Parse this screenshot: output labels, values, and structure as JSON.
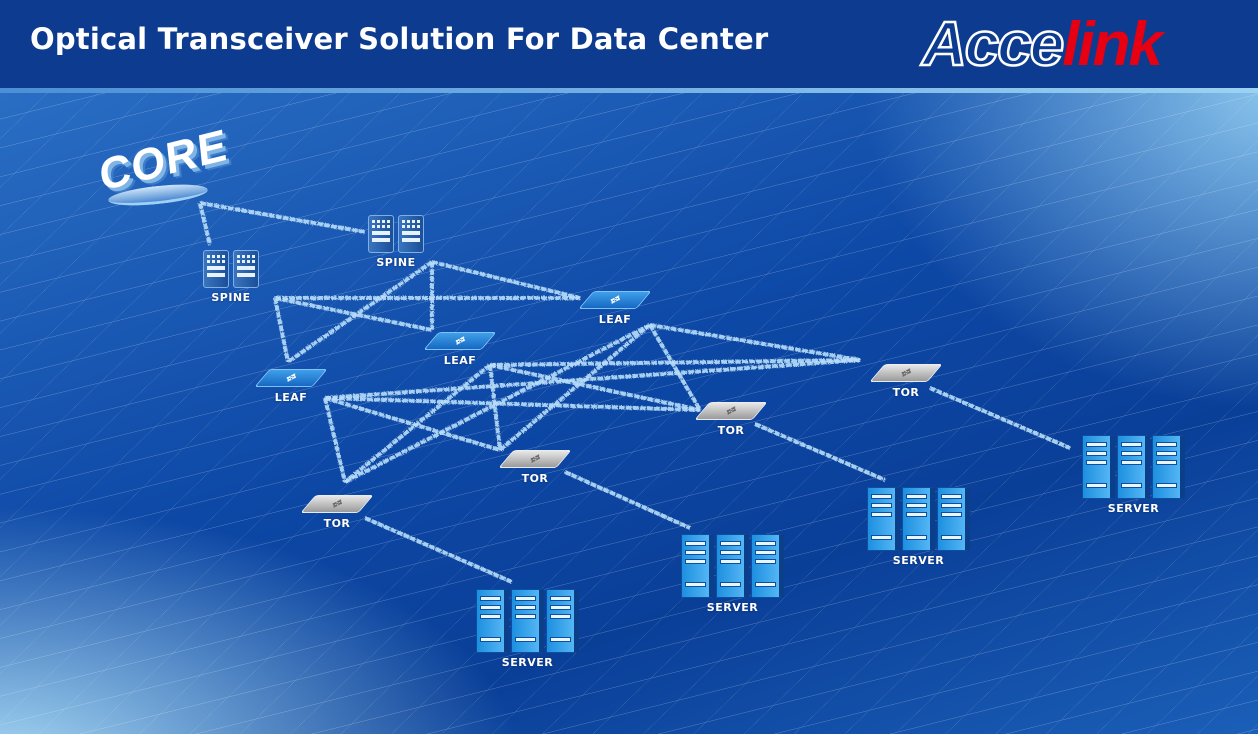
{
  "header": {
    "title": "Optical Transceiver Solution For Data Center",
    "logo_part1": "Acce",
    "logo_part2": "link"
  },
  "colors": {
    "header_bg": "#0c3b8f",
    "logo_red": "#e60012",
    "link": "#b9defa"
  },
  "diagram": {
    "core": "CORE",
    "spines": [
      {
        "label": "SPINE"
      },
      {
        "label": "SPINE"
      }
    ],
    "leaves": [
      {
        "label": "LEAF"
      },
      {
        "label": "LEAF"
      },
      {
        "label": "LEAF"
      }
    ],
    "tors": [
      {
        "label": "TOR"
      },
      {
        "label": "TOR"
      },
      {
        "label": "TOR"
      },
      {
        "label": "TOR"
      }
    ],
    "servers": [
      {
        "label": "SERVER"
      },
      {
        "label": "SERVER"
      },
      {
        "label": "SERVER"
      },
      {
        "label": "SERVER"
      }
    ]
  }
}
